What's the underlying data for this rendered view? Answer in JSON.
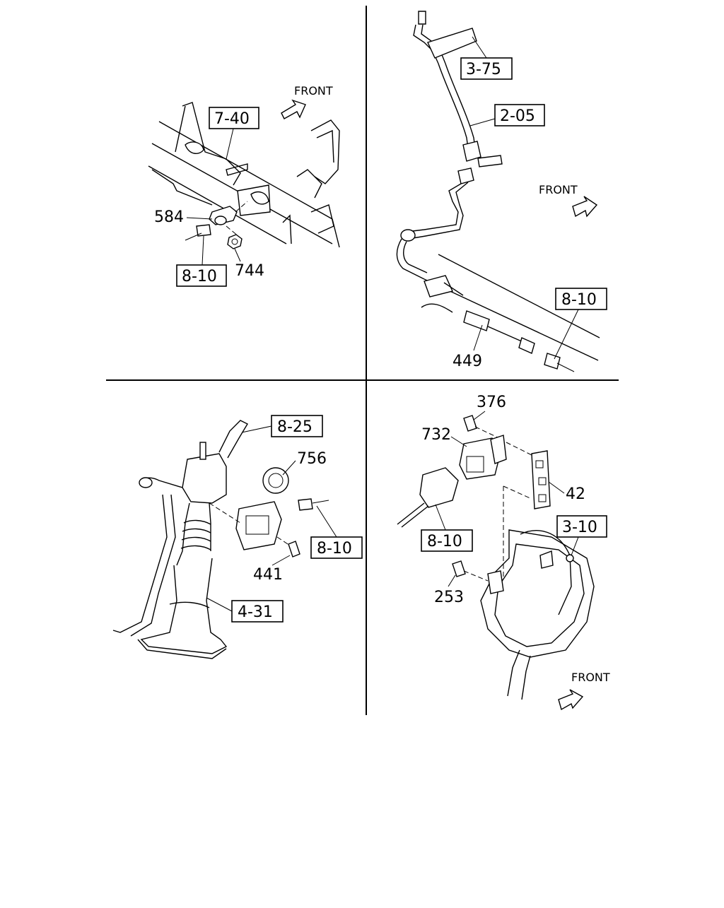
{
  "front_label": "FRONT",
  "panels": {
    "top_left": {
      "part_numbers": [
        "584",
        "744"
      ],
      "references": [
        "7-40",
        "8-10"
      ]
    },
    "top_right": {
      "part_numbers": [
        "449"
      ],
      "references": [
        "3-75",
        "2-05",
        "8-10"
      ]
    },
    "bottom_left": {
      "part_numbers": [
        "756",
        "441"
      ],
      "references": [
        "8-25",
        "8-10",
        "4-31"
      ]
    },
    "bottom_right": {
      "part_numbers": [
        "376",
        "732",
        "42",
        "253"
      ],
      "references": [
        "3-10",
        "8-10"
      ]
    }
  }
}
